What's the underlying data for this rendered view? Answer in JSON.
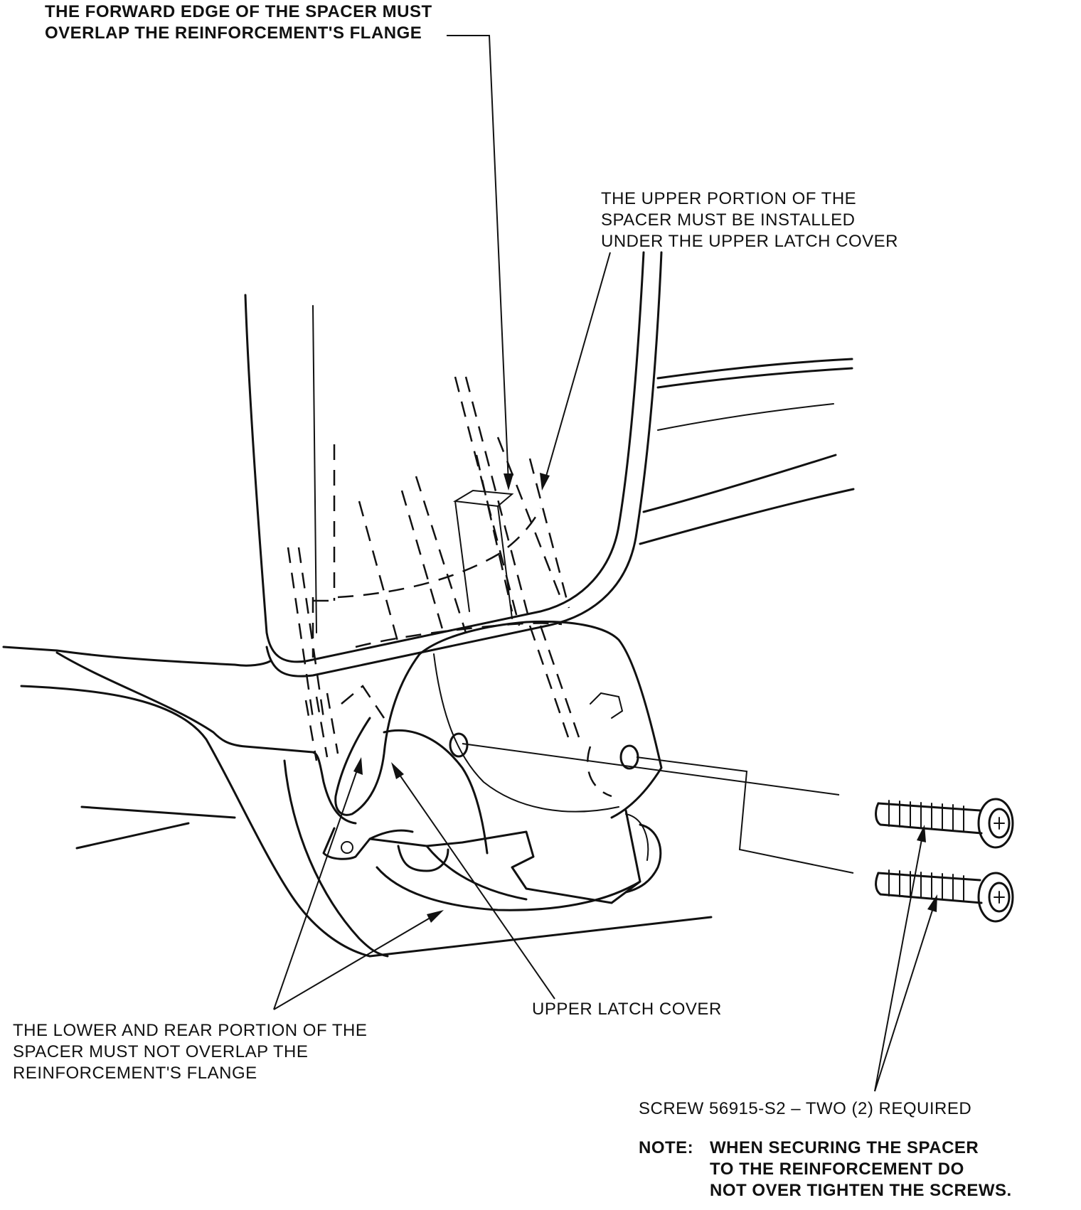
{
  "callouts": {
    "forward_edge": [
      "THE FORWARD EDGE OF THE SPACER MUST",
      "OVERLAP THE REINFORCEMENT'S FLANGE"
    ],
    "upper_portion": [
      "THE UPPER PORTION OF THE",
      "SPACER MUST BE INSTALLED",
      "UNDER THE UPPER LATCH COVER"
    ],
    "lower_rear": [
      "THE LOWER AND REAR PORTION OF THE",
      "SPACER MUST NOT OVERLAP THE",
      "REINFORCEMENT'S FLANGE"
    ],
    "upper_latch_cover": "UPPER LATCH COVER",
    "screw": "SCREW 56915-S2 – TWO (2) REQUIRED",
    "note": {
      "prefix": "NOTE:",
      "lines": [
        "WHEN SECURING THE SPACER",
        "TO THE REINFORCEMENT DO",
        "NOT OVER TIGHTEN THE SCREWS."
      ]
    }
  },
  "colors": {
    "ink": "#111111",
    "paper": "#ffffff"
  }
}
